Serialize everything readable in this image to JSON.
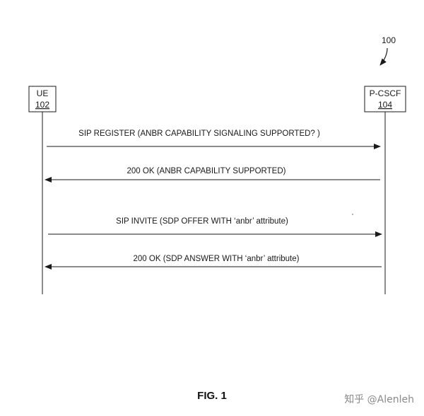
{
  "diagram": {
    "reference_number": "100",
    "participants": [
      {
        "name": "UE",
        "number": "102"
      },
      {
        "name": "P-CSCF",
        "number": "104"
      }
    ],
    "messages": [
      {
        "label": "SIP REGISTER (ANBR CAPABILITY SIGNALING SUPPORTED? )",
        "direction": "right"
      },
      {
        "label": "200 OK (ANBR CAPABILITY SUPPORTED)",
        "direction": "left"
      },
      {
        "label": "SIP INVITE (SDP OFFER WITH ‘anbr’ attribute)",
        "direction": "right"
      },
      {
        "label": "200 OK (SDP ANSWER WITH ‘anbr’ attribute)",
        "direction": "left"
      }
    ]
  },
  "caption": "FIG. 1",
  "watermark": "知乎 @Alenleh"
}
